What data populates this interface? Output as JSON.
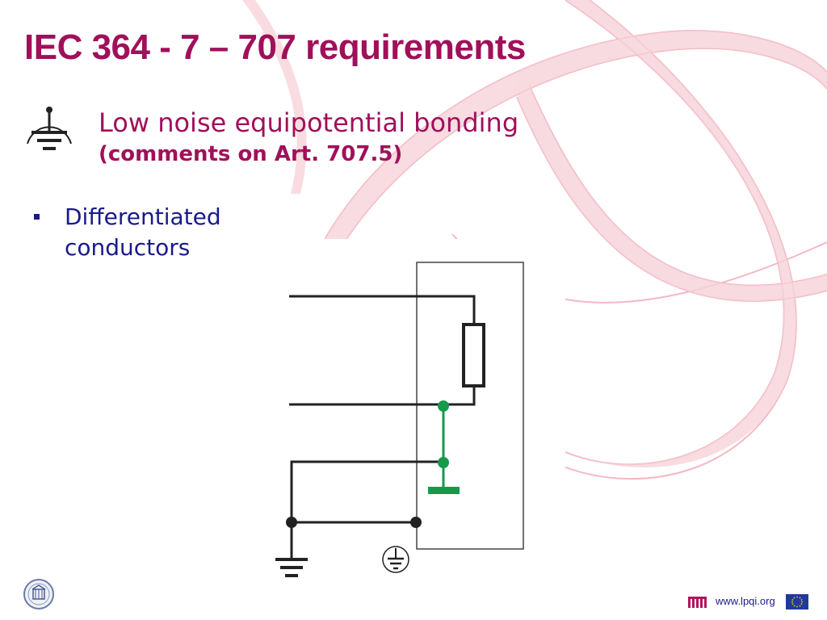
{
  "slide": {
    "title": "IEC 364 - 7 – 707 requirements",
    "subtitle": "Low noise equipotential bonding",
    "subtitle_note": "(comments on Art. 707.5)",
    "bullets": [
      "Differentiated conductors"
    ]
  },
  "footer": {
    "url": "www.lpqi.org"
  },
  "icons": {
    "header": "earth-ground-icon",
    "footer_left": "seal-logo-icon",
    "footer_brand": "lpqi-logo-icon",
    "footer_right": "eu-flag-icon"
  },
  "colors": {
    "title": "#a0105a",
    "bullet_text": "#1a1a8c",
    "wire": "#222222",
    "bonding": "#159a4a",
    "background_art": "#f4c6cf"
  }
}
